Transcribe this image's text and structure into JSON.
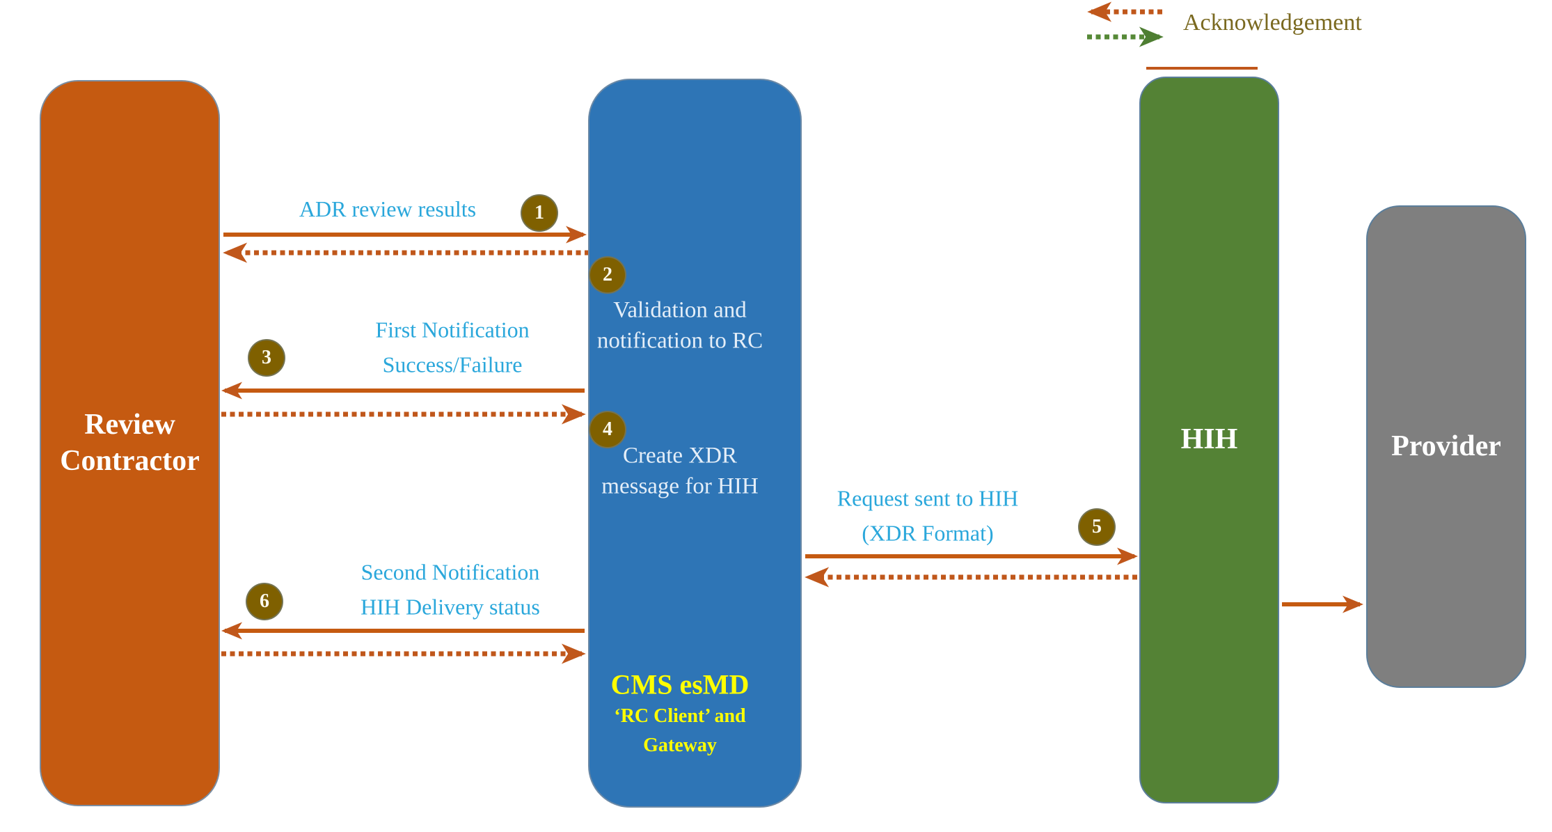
{
  "legend": {
    "ack_label": "Acknowledgement",
    "ack_to_rc_color": "#C0571B",
    "ack_forward_color": "#548235"
  },
  "entities": {
    "review_contractor": {
      "label_line1": "Review",
      "label_line2": "Contractor",
      "color": "#C55A11"
    },
    "cms_esmd": {
      "title": "CMS esMD",
      "subtitle_line1": "‘RC Client’ and",
      "subtitle_line2": "Gateway",
      "color": "#2E75B6"
    },
    "hih": {
      "label": "HIH",
      "color": "#548235"
    },
    "provider": {
      "label": "Provider",
      "color": "#7F7F7F"
    }
  },
  "steps": [
    {
      "number": "1",
      "line1": "ADR review results",
      "line2": ""
    },
    {
      "number": "2",
      "line1": "Validation and",
      "line2": "notification to RC"
    },
    {
      "number": "3",
      "line1": "First Notification",
      "line2": "Success/Failure"
    },
    {
      "number": "4",
      "line1": "Create XDR",
      "line2": "message for HIH"
    },
    {
      "number": "5",
      "line1": "Request sent to HIH",
      "line2": "(XDR Format)"
    },
    {
      "number": "6",
      "line1": "Second Notification",
      "line2": "HIH Delivery status"
    }
  ],
  "colors": {
    "solid_arrow": "#C55A11",
    "dotted_arrow": "#C0571B",
    "flow_label_text": "#2AA7DB",
    "step_circle_fill": "#7F6000",
    "cms_highlight_text": "#FFFF00",
    "legend_text": "#7A6920"
  }
}
